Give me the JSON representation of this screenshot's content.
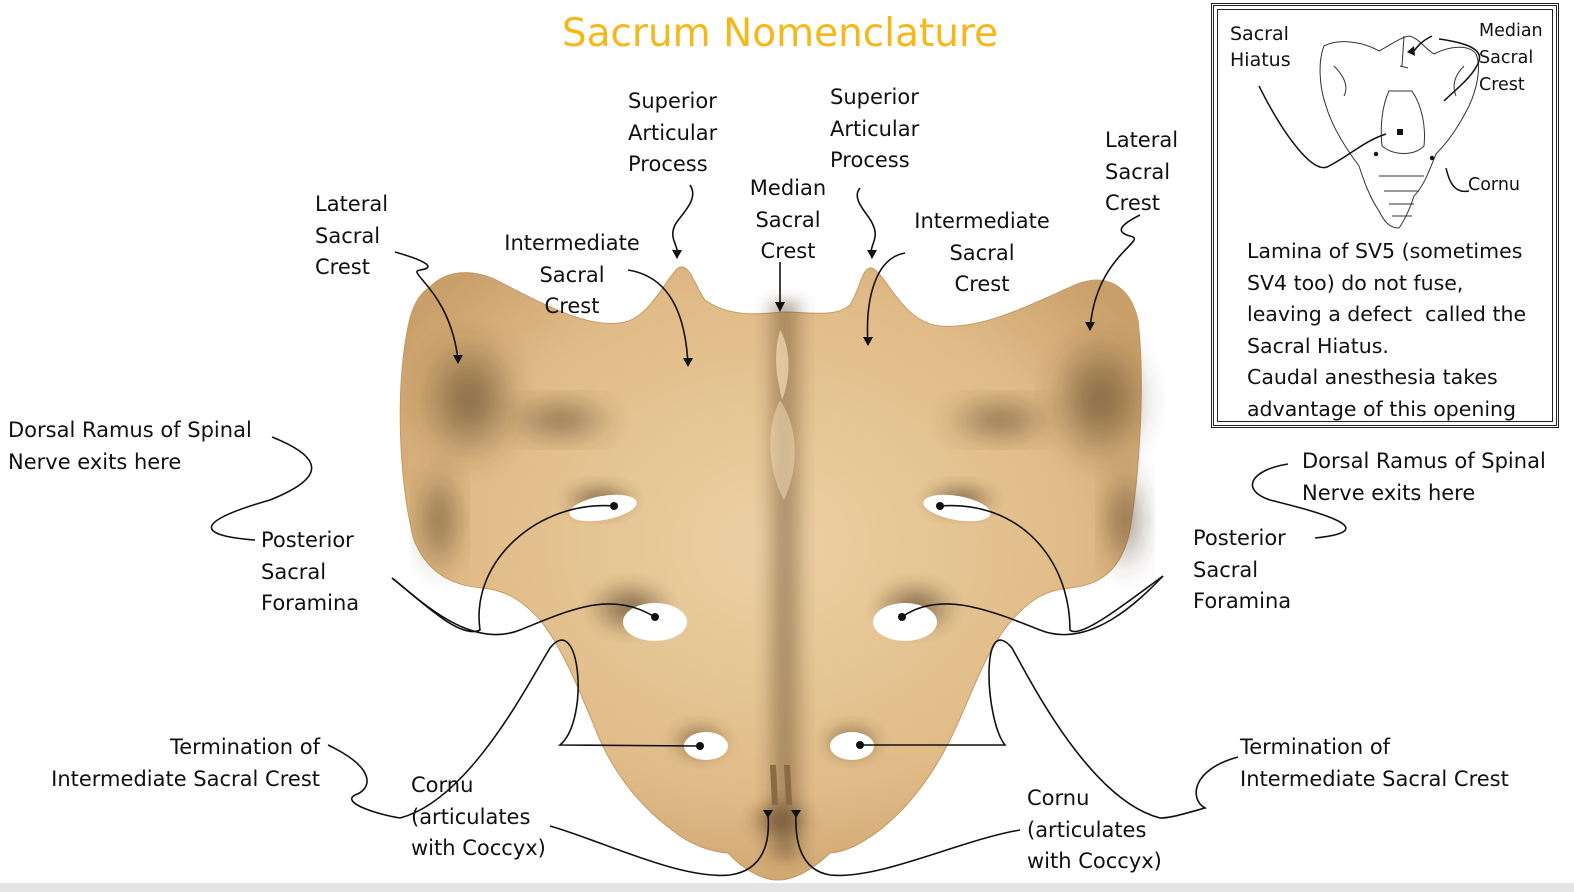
{
  "title": "Sacrum Nomenclature",
  "colors": {
    "title": "#f5b81a",
    "bone": "#e3c08f",
    "bone_shadow": "#6b5233",
    "ink": "#111111",
    "inset_border": "#222222"
  },
  "labels": {
    "lateral_sacral_crest_left": "Lateral\nSacral\nCrest",
    "intermediate_sacral_crest_left": "Intermediate\nSacral\nCrest",
    "superior_articular_process_left": "Superior\nArticular\nProcess",
    "median_sacral_crest": "Median\nSacral\nCrest",
    "superior_articular_process_right": "Superior\nArticular\nProcess",
    "intermediate_sacral_crest_right": "Intermediate\nSacral\nCrest",
    "lateral_sacral_crest_right": "Lateral\nSacral\nCrest",
    "dorsal_ramus_left": "Dorsal Ramus of Spinal\nNerve exits here",
    "dorsal_ramus_right": "Dorsal Ramus of Spinal\nNerve exits here",
    "posterior_sacral_foramina_left": "Posterior\nSacral\nForamina",
    "posterior_sacral_foramina_right": "Posterior\nSacral\nForamina",
    "termination_left": "Termination of\nIntermediate Sacral Crest",
    "termination_right": "Termination of\nIntermediate Sacral Crest",
    "cornu_left": "Cornu\n(articulates\nwith Coccyx)",
    "cornu_right": "Cornu\n(articulates\nwith Coccyx)"
  },
  "inset": {
    "sacral_hiatus": "Sacral\nHiatus",
    "median_sacral_crest": "Median\nSacral\nCrest",
    "cornu": "Cornu",
    "note": "Lamina of SV5 (sometimes\nSV4 too) do not fuse,\nleaving a defect  called the\nSacral Hiatus.\nCaudal anesthesia takes\nadvantage of this opening"
  }
}
